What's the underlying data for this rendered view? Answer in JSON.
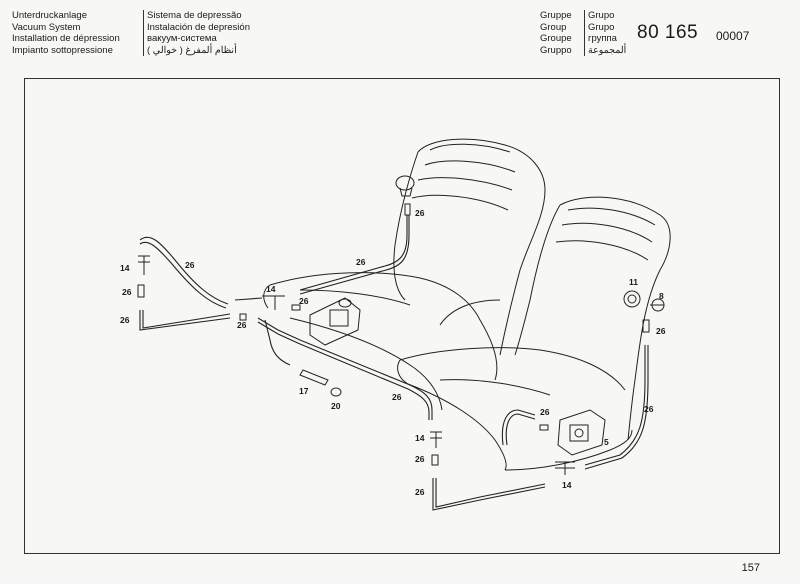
{
  "header": {
    "title_lines": [
      "Unterdruckanlage",
      "Vacuum System",
      "Installation de dépression",
      "Impianto sottopressione"
    ],
    "title_lines_b": [
      "Sistema de depressão",
      "Instalación de depresión",
      "вакуум-система",
      "أنظام ألمفرغ ( خوالي )"
    ],
    "group_labels_a": [
      "Gruppe",
      "Group",
      "Groupe",
      "Gruppo"
    ],
    "group_labels_b": [
      "Grupo",
      "Grupo",
      "группа",
      "ألمجموعة"
    ],
    "group_number": "80 165",
    "group_code": "00007"
  },
  "diagram": {
    "callouts": [
      "26",
      "14",
      "26",
      "26",
      "26",
      "14",
      "26",
      "26",
      "17",
      "20",
      "26",
      "11",
      "8",
      "26",
      "26",
      "5",
      "26",
      "26",
      "14",
      "26",
      "26",
      "14"
    ]
  },
  "page_number": "157"
}
